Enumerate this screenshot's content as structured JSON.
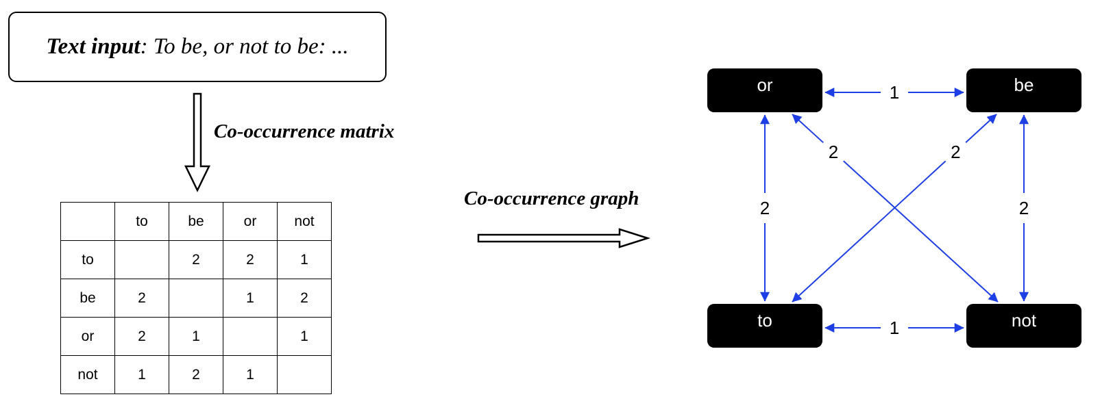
{
  "input": {
    "label": "Text input",
    "text": ": To be, or not to be: ..."
  },
  "captions": {
    "matrix": "Co-occurrence matrix",
    "graph": "Co-occurrence graph"
  },
  "matrix": {
    "headers": [
      "",
      "to",
      "be",
      "or",
      "not"
    ],
    "rows": [
      [
        "to",
        "",
        "2",
        "2",
        "1"
      ],
      [
        "be",
        "2",
        "",
        "1",
        "2"
      ],
      [
        "or",
        "2",
        "1",
        "",
        "1"
      ],
      [
        "not",
        "1",
        "2",
        "1",
        ""
      ]
    ]
  },
  "graph": {
    "nodes": [
      {
        "id": "or",
        "label": "or"
      },
      {
        "id": "be",
        "label": "be"
      },
      {
        "id": "to",
        "label": "to"
      },
      {
        "id": "not",
        "label": "not"
      }
    ],
    "edges": [
      {
        "from": "or",
        "to": "be",
        "weight": "1"
      },
      {
        "from": "to",
        "to": "not",
        "weight": "1"
      },
      {
        "from": "or",
        "to": "to",
        "weight": "2"
      },
      {
        "from": "be",
        "to": "not",
        "weight": "2"
      },
      {
        "from": "or",
        "to": "not",
        "weight": "2"
      },
      {
        "from": "be",
        "to": "to",
        "weight": "2"
      }
    ],
    "colors": {
      "node_fill": "#000000",
      "node_text": "#ffffff",
      "edge": "#1f3fe6"
    }
  }
}
